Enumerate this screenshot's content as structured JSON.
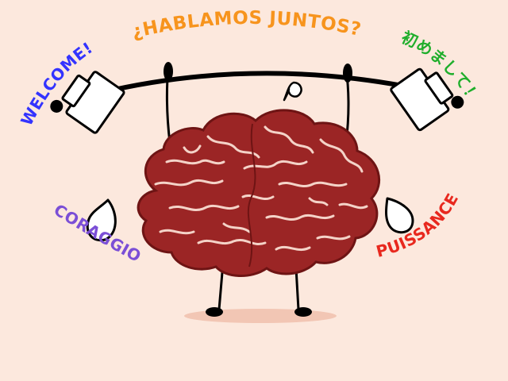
{
  "words": {
    "top": "¿HABLAMOS JUNTOS?",
    "left_top": "WELCOME!",
    "right_top": "初めまして！",
    "left_bottom": "CORAGGIO!",
    "right_bottom": "PUISSANCE!"
  },
  "colors": {
    "background": "#fce8dd",
    "top_text": "#f7941d",
    "left_top_text": "#3333ff",
    "right_top_text": "#1fae2b",
    "left_bottom_text": "#7b4fd6",
    "right_bottom_text": "#e8281e",
    "brain": "#9b2525",
    "brain_dark": "#6e1414",
    "brain_fold": "#f4d3c8",
    "outline": "#000000",
    "weight_fill": "#ffffff",
    "shadow": "#f2c6b4"
  },
  "icons": {
    "left_weight": "dumbbell-weight-icon",
    "right_weight": "dumbbell-weight-icon",
    "sweat_drops": "sweat-drop-icon"
  }
}
